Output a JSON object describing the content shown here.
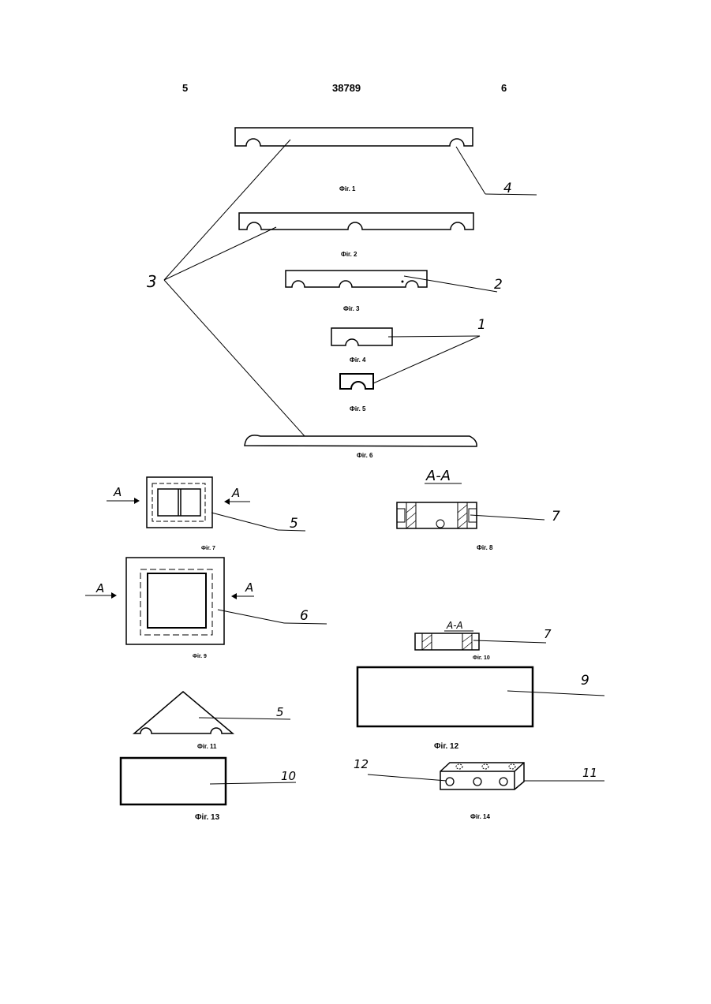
{
  "header": {
    "page_left": "5",
    "doc_number": "38789",
    "page_right": "6"
  },
  "figures": {
    "fig1": "Фіг. 1",
    "fig2": "Фіг. 2",
    "fig3": "Фіг. 3",
    "fig4": "Фіг. 4",
    "fig5": "Фіг. 5",
    "fig6": "Фіг. 6",
    "fig7": "Фіг. 7",
    "fig8": "Фіг. 8",
    "fig9": "Фіг. 9",
    "fig10": "Фіг. 10",
    "fig11": "Фіг. 11",
    "fig12": "Фіг. 12",
    "fig13": "Фіг. 13",
    "fig14": "Фіг. 14"
  },
  "labels": {
    "ref1": "1",
    "ref2": "2",
    "ref3": "3",
    "ref4": "4",
    "ref5a": "5",
    "ref5b": "5",
    "ref6": "6",
    "ref7a": "7",
    "ref7b": "7",
    "ref9": "9",
    "ref10": "10",
    "ref11": "11",
    "ref12": "12",
    "section_aa_8": "А-А",
    "section_aa_10": "А-А",
    "arrow_a_7_left": "А",
    "arrow_a_7_right": "А",
    "arrow_a_9_left": "А",
    "arrow_a_9_right": "А"
  }
}
